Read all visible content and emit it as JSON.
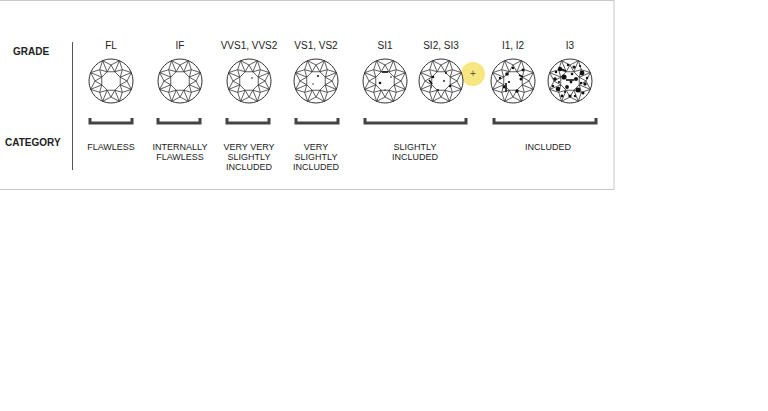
{
  "diagram": {
    "nodes": [
      {
        "text": [
          "FL"
        ]
      },
      {
        "text": [
          "IF"
        ]
      },
      {
        "text": [
          "VVS1, VVS2"
        ]
      },
      {
        "text": [
          "VS1, VS2"
        ]
      },
      {
        "text": [
          "SI1"
        ]
      },
      {
        "text": [
          "SI2, SI3"
        ]
      },
      {
        "text": [
          "I1, I2"
        ]
      },
      {
        "text": [
          "I3"
        ]
      }
    ],
    "labels": [
      "GRADE",
      "CATEGORY",
      "FLAWLESS",
      "INTERNALLY FLAWLESS",
      "VERY VERY SLIGHTLY INCLUDED",
      "VERY SLIGHTLY INCLUDED",
      "SLIGHTLY INCLUDED",
      "INCLUDED",
      "+"
    ]
  }
}
